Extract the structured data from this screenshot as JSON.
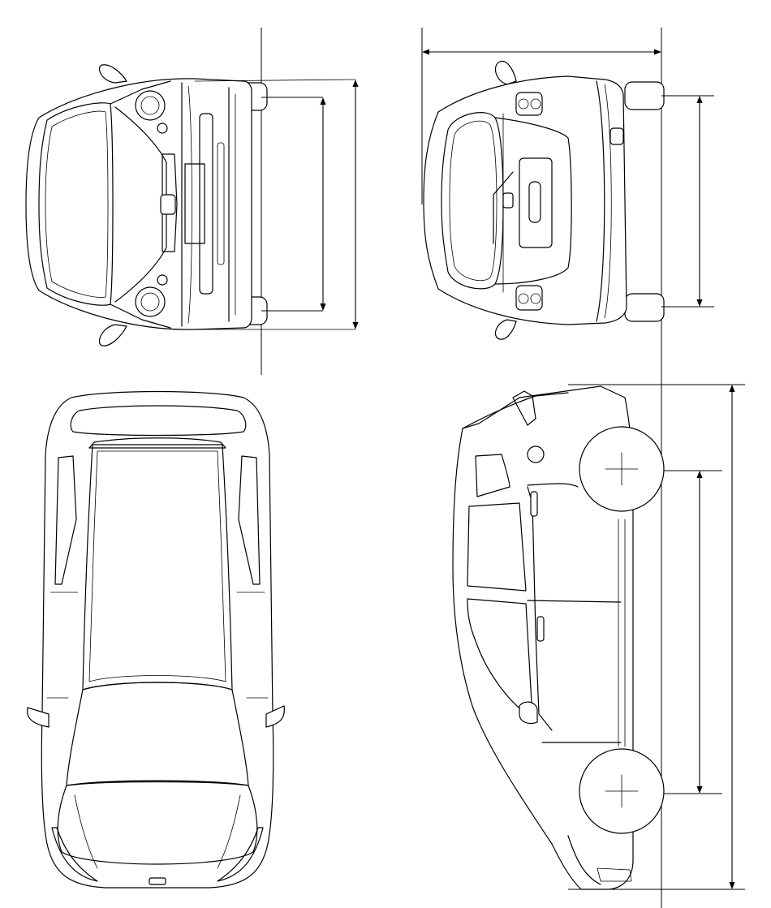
{
  "drawing": {
    "background_color": "#ffffff",
    "line_color": "#000000",
    "views": [
      {
        "id": "front",
        "label": ""
      },
      {
        "id": "rear",
        "label": ""
      },
      {
        "id": "top",
        "label": ""
      },
      {
        "id": "side",
        "label": ""
      }
    ],
    "dimension_lines": [
      {
        "view": "front",
        "orientation": "vertical",
        "measure": "track",
        "value": ""
      },
      {
        "view": "front",
        "orientation": "vertical",
        "measure": "overall-width",
        "value": ""
      },
      {
        "view": "rear",
        "orientation": "horizontal",
        "measure": "overall-height",
        "value": ""
      },
      {
        "view": "rear",
        "orientation": "vertical",
        "measure": "track",
        "value": ""
      },
      {
        "view": "side",
        "orientation": "vertical",
        "measure": "wheelbase",
        "value": ""
      },
      {
        "view": "side",
        "orientation": "vertical",
        "measure": "overall-length",
        "value": ""
      }
    ]
  }
}
